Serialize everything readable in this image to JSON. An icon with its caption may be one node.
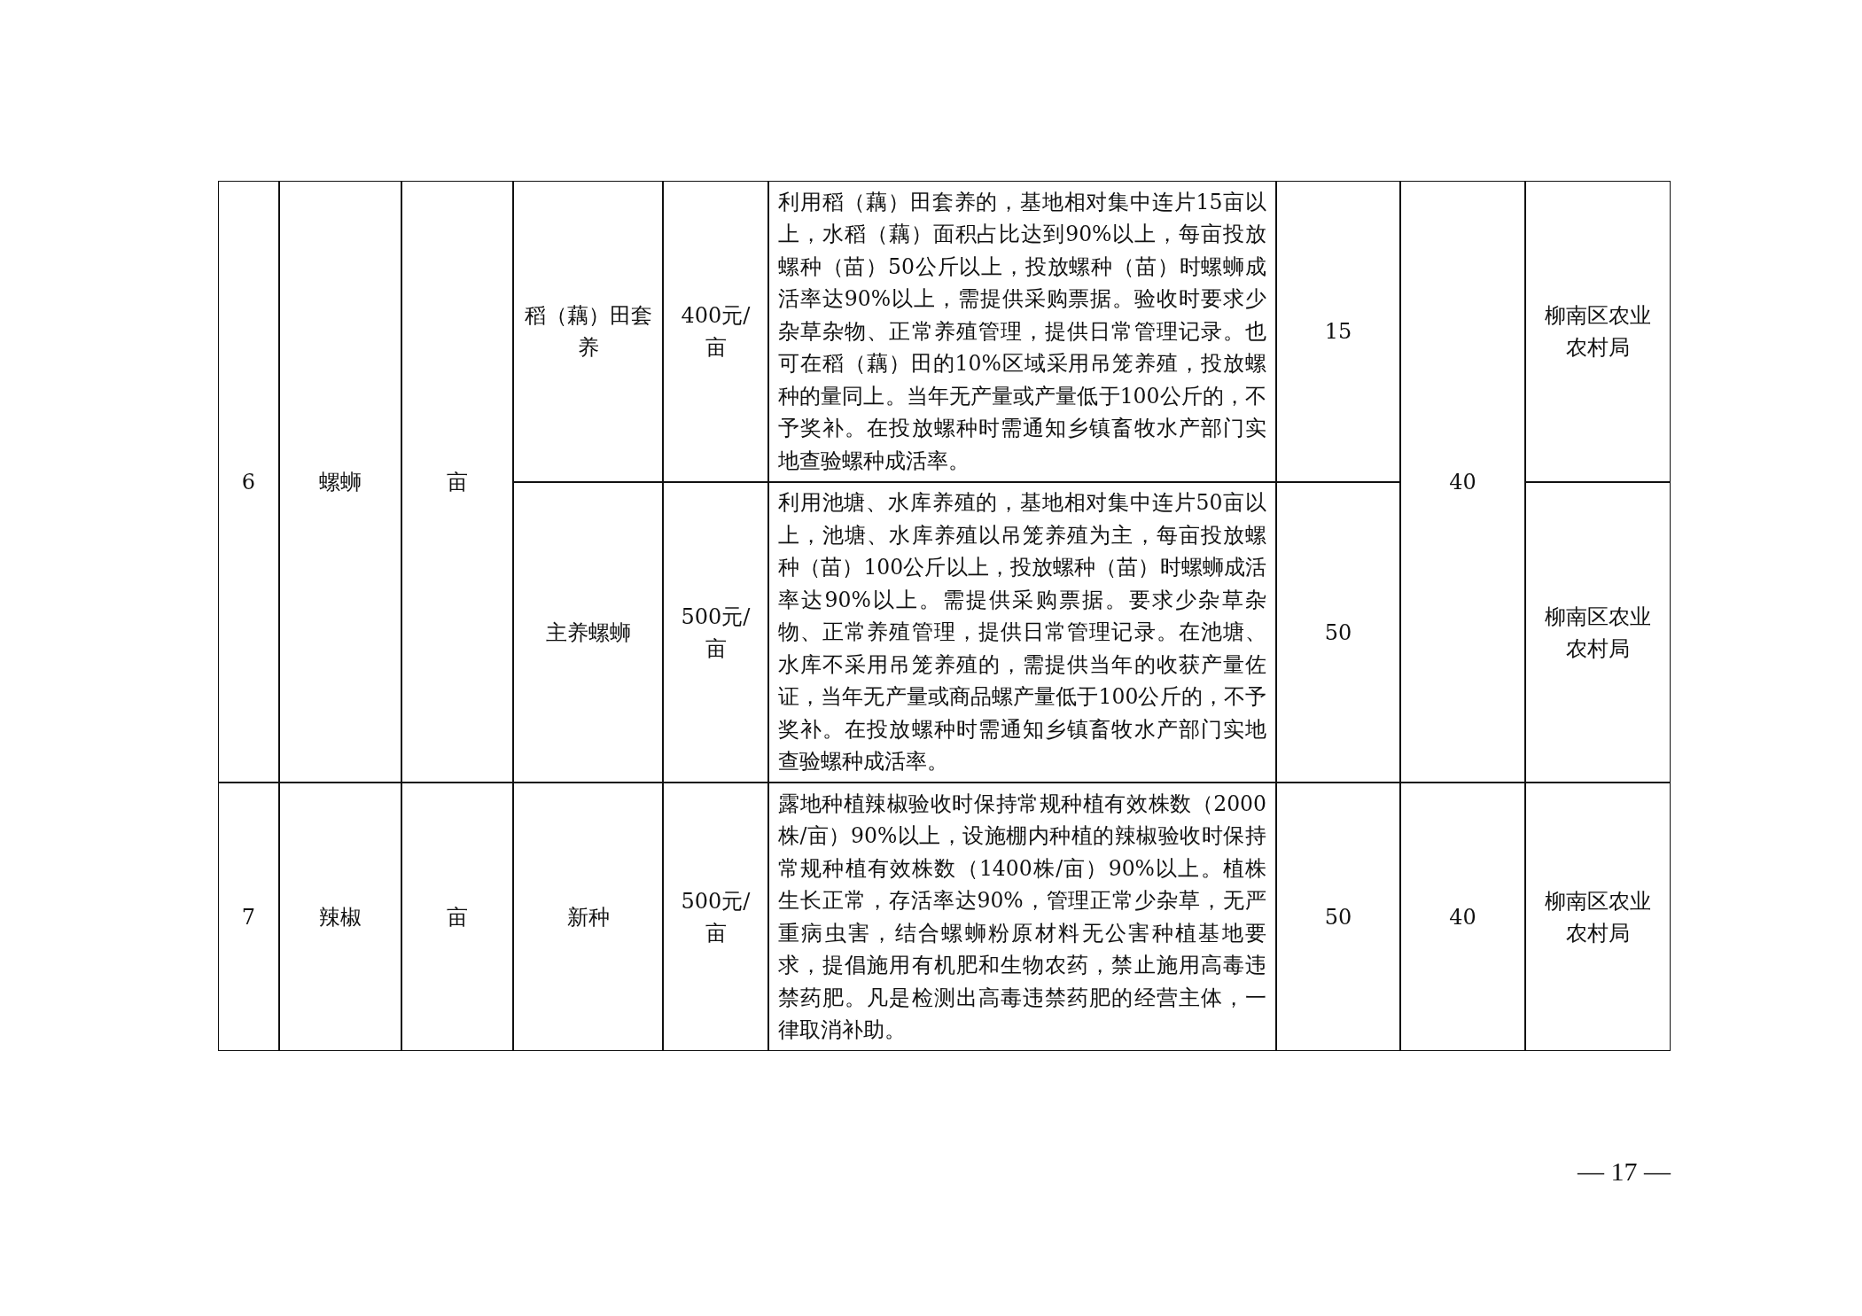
{
  "diagram": {
    "labels": [
      "6",
      "螺蛳",
      "亩",
      "稻（藕）田套养",
      "400元/亩",
      "利用稻（藕）田套养的，基地相对集中连片15亩以上，水稻（藕）面积占比达到90%以上，每亩投放螺种（苗）50公斤以上，投放螺种（苗）时螺蛳成活率达90%以上，需提供采购票据。验收时要求少杂草杂物、正常养殖管理，提供日常管理记录。也可在稻（藕）田的10%区域采用吊笼养殖，投放螺种的量同上。当年无产量或产量低于100公斤的，不予奖补。在投放螺种时需通知乡镇畜牧水产部门实地查验螺种成活率。",
      "15",
      "40",
      "柳南区农业农村局",
      "主养螺蛳",
      "500元/亩",
      "利用池塘、水库养殖的，基地相对集中连片50亩以上，池塘、水库养殖以吊笼养殖为主，每亩投放螺种（苗）100公斤以上，投放螺种（苗）时螺蛳成活率达90%以上。需提供采购票据。要求少杂草杂物、正常养殖管理，提供日常管理记录。在池塘、水库不采用吊笼养殖的，需提供当年的收获产量佐证，当年无产量或商品螺产量低于100公斤的，不予奖补。在投放螺种时需通知乡镇畜牧水产部门实地查验螺种成活率。",
      "50",
      "柳南区农业农村局",
      "7",
      "辣椒",
      "亩",
      "新种",
      "500元/亩",
      "露地种植辣椒验收时保持常规种植有效株数（2000株/亩）90%以上，设施棚内种植的辣椒验收时保持常规种植有效株数（1400株/亩）90%以上。植株生长正常，存活率达90%，管理正常少杂草，无严重病虫害，结合螺蛳粉原材料无公害种植基地要求，提倡施用有机肥和生物农药，禁止施用高毒违禁药肥。凡是检测出高毒违禁药肥的经营主体，一律取消补助。",
      "50",
      "40",
      "柳南区农业农村局",
      "— 17 —"
    ]
  }
}
